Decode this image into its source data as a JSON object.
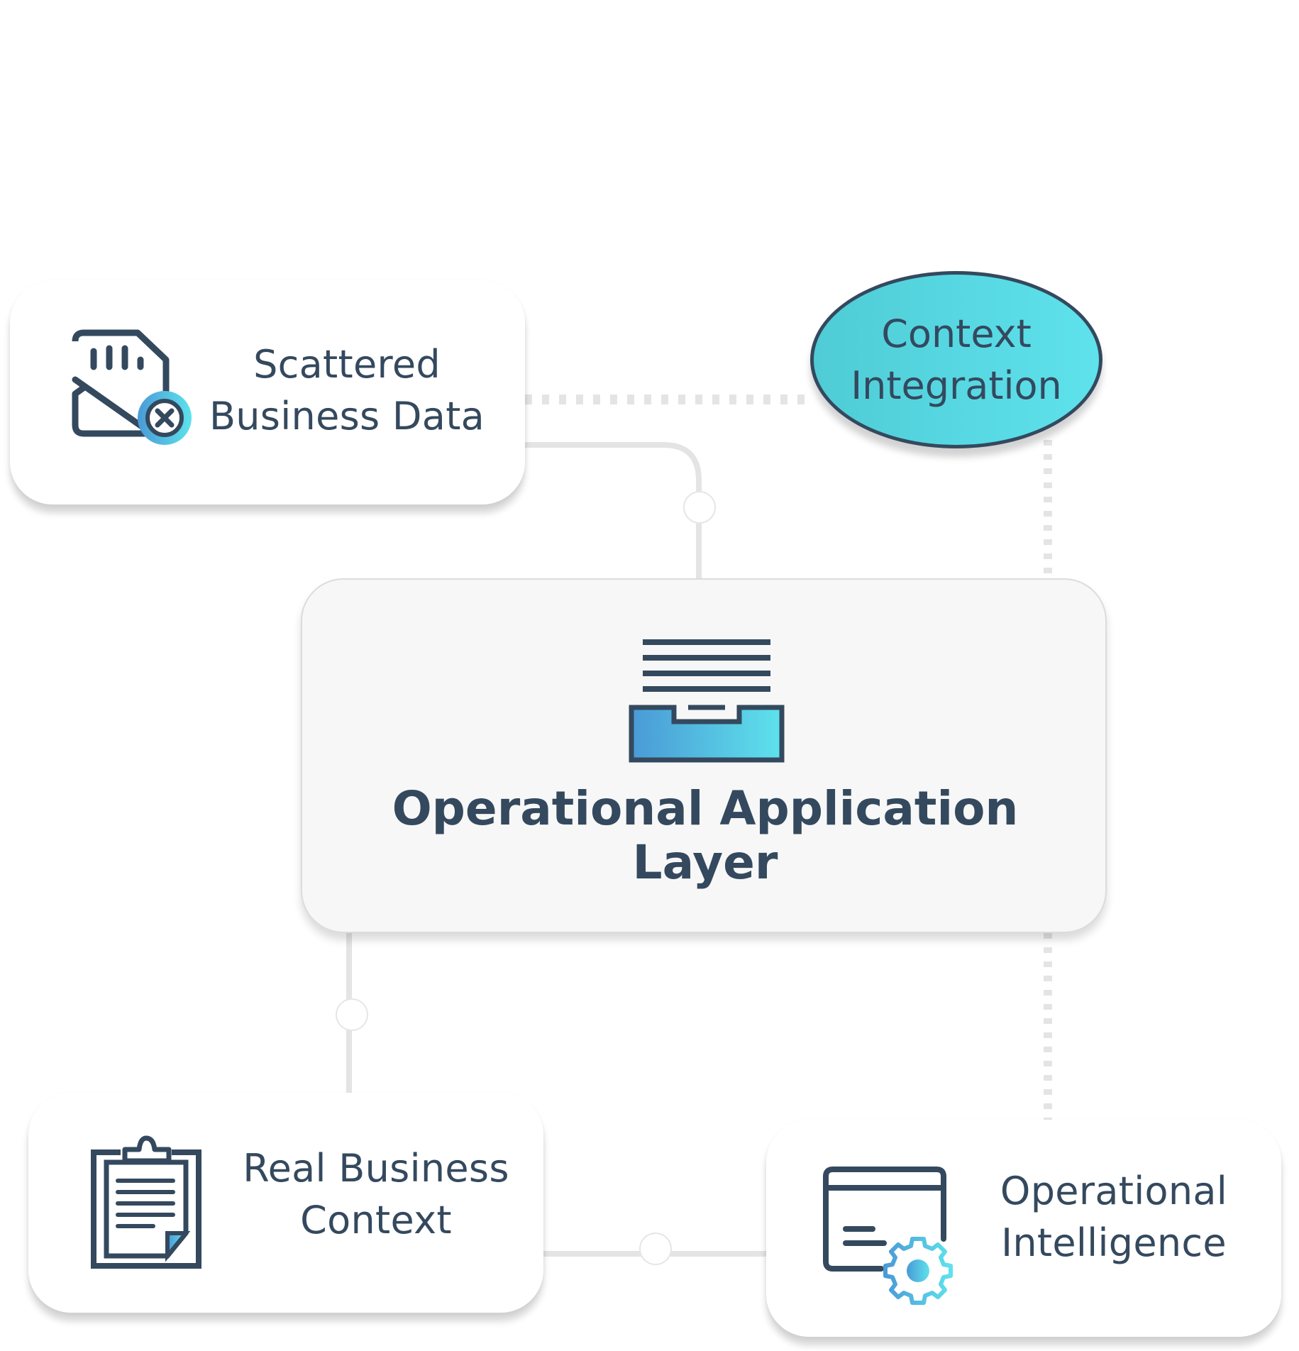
{
  "diagram": {
    "center": {
      "title_line1": "Operational Application",
      "title_line2": "Layer",
      "icon": "archive-tray-icon"
    },
    "nodes": [
      {
        "id": "scattered",
        "line1": "Scattered",
        "line2": "Business Data",
        "icon": "sd-card-error-icon"
      },
      {
        "id": "context",
        "line1": "Context",
        "line2": "Integration",
        "shape": "ellipse"
      },
      {
        "id": "real",
        "line1": "Real Business",
        "line2": "Context",
        "icon": "clipboard-document-icon"
      },
      {
        "id": "intel",
        "line1": "Operational",
        "line2": "Intelligence",
        "icon": "browser-settings-icon"
      }
    ],
    "colors": {
      "ink": "#34495e",
      "accent_start": "#4a9ad6",
      "accent_end": "#5ee2ec",
      "ellipse_fill": "#56d8e2",
      "connector": "#e4e4e4",
      "center_fill": "#f7f7f7"
    }
  }
}
